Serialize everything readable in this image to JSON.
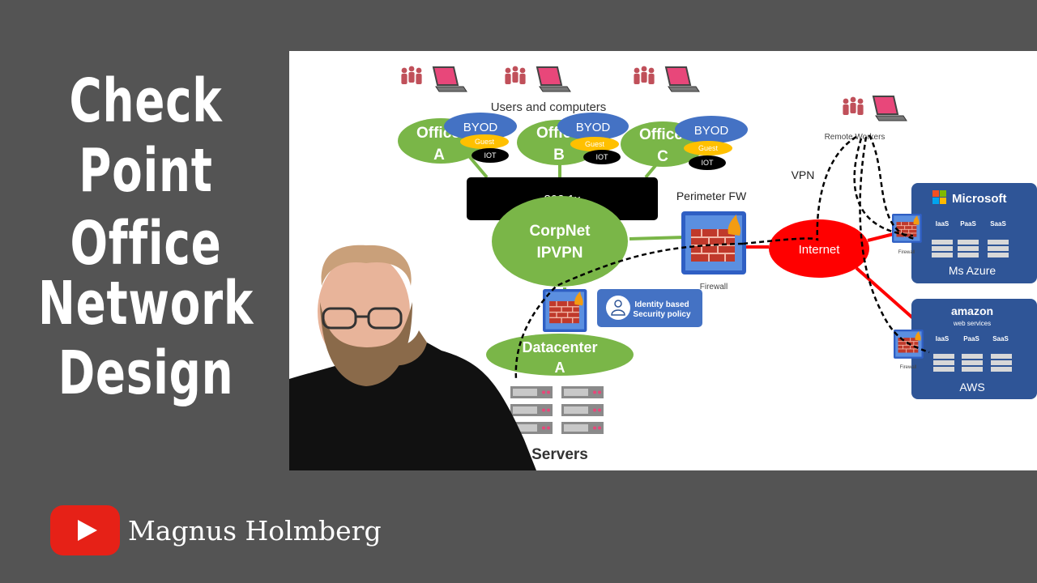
{
  "sidebar": {
    "title_line1": "Check Point",
    "title_line2": "Office",
    "title_line3": "Network",
    "title_line4": "Design"
  },
  "channel": {
    "name": "Magnus Holmberg"
  },
  "diagram": {
    "users_label": "Users and computers",
    "office_a": [
      "Office",
      "A"
    ],
    "office_b": [
      "Office",
      "B"
    ],
    "office_c": [
      "Office",
      "C"
    ],
    "byod": "BYOD",
    "guest": "Guest",
    "iot": "IOT",
    "switch_label": "802.1x",
    "corpnet": [
      "CorpNet",
      "IPVPN"
    ],
    "perimeter_fw": "Perimeter FW",
    "firewall_caption": "Firewall",
    "internet": "Internet",
    "vpn": "VPN",
    "remote_workers": "Remote Workers",
    "identity_policy": [
      "Identity based",
      "Security policy"
    ],
    "datacenter": [
      "Datacenter",
      "A"
    ],
    "servers": "Servers",
    "microsoft": "Microsoft",
    "iaas": "IaaS",
    "paas": "PaaS",
    "saas": "SaaS",
    "azure": "Ms Azure",
    "amazon": "amazon",
    "web_services": "web services",
    "aws": "AWS",
    "small_firewall": "Firewall"
  },
  "colors": {
    "green": "#7ab648",
    "byod_blue": "#4472c4",
    "guest_yellow": "#ffc000",
    "internet_red": "#ff0000",
    "cloud_blue": "#2f5597",
    "youtube_red": "#e62117",
    "background": "#545454"
  }
}
